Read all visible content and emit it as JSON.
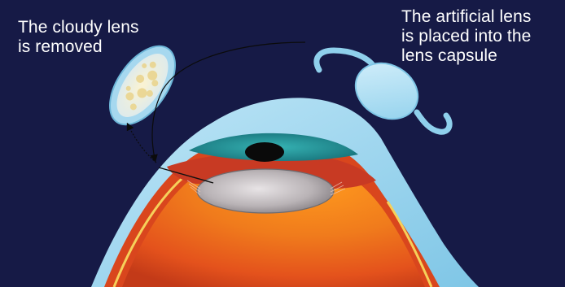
{
  "labels": {
    "removed": {
      "line1": "The cloudy lens",
      "line2": "is removed"
    },
    "placed": {
      "line1": "The artificial lens",
      "line2": "is placed into the",
      "line3": "lens capsule"
    }
  },
  "colors": {
    "background": "#161a46",
    "sclera": "#9fd6ef",
    "iris": "#1f8f95",
    "pupil": "#0a0a0a",
    "choroid": "#e2531f",
    "vitreous": "#f08a1e",
    "retina": "#f6d05a",
    "lens": "#b9b3b3",
    "iol": "#a9ddf2",
    "cloudy_lens": "#f2e4b0"
  }
}
